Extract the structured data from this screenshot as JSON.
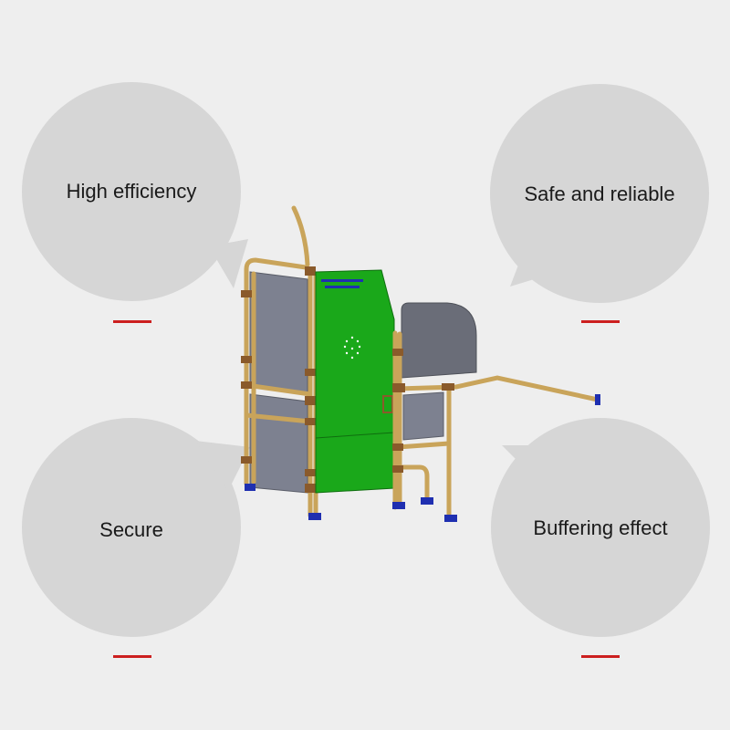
{
  "features": {
    "top_left": "High efficiency",
    "top_right": "Safe and reliable",
    "bottom_left": "Secure",
    "bottom_right": "Buffering effect"
  },
  "colors": {
    "background": "#eeeeee",
    "bubble": "#d6d6d6",
    "accent_line": "#cc1f1f",
    "frame_pipe": "#c9a45a",
    "panel_green": "#1aa81a",
    "panel_gray": "#7d8190",
    "foot_blue": "#1f2fb0"
  }
}
